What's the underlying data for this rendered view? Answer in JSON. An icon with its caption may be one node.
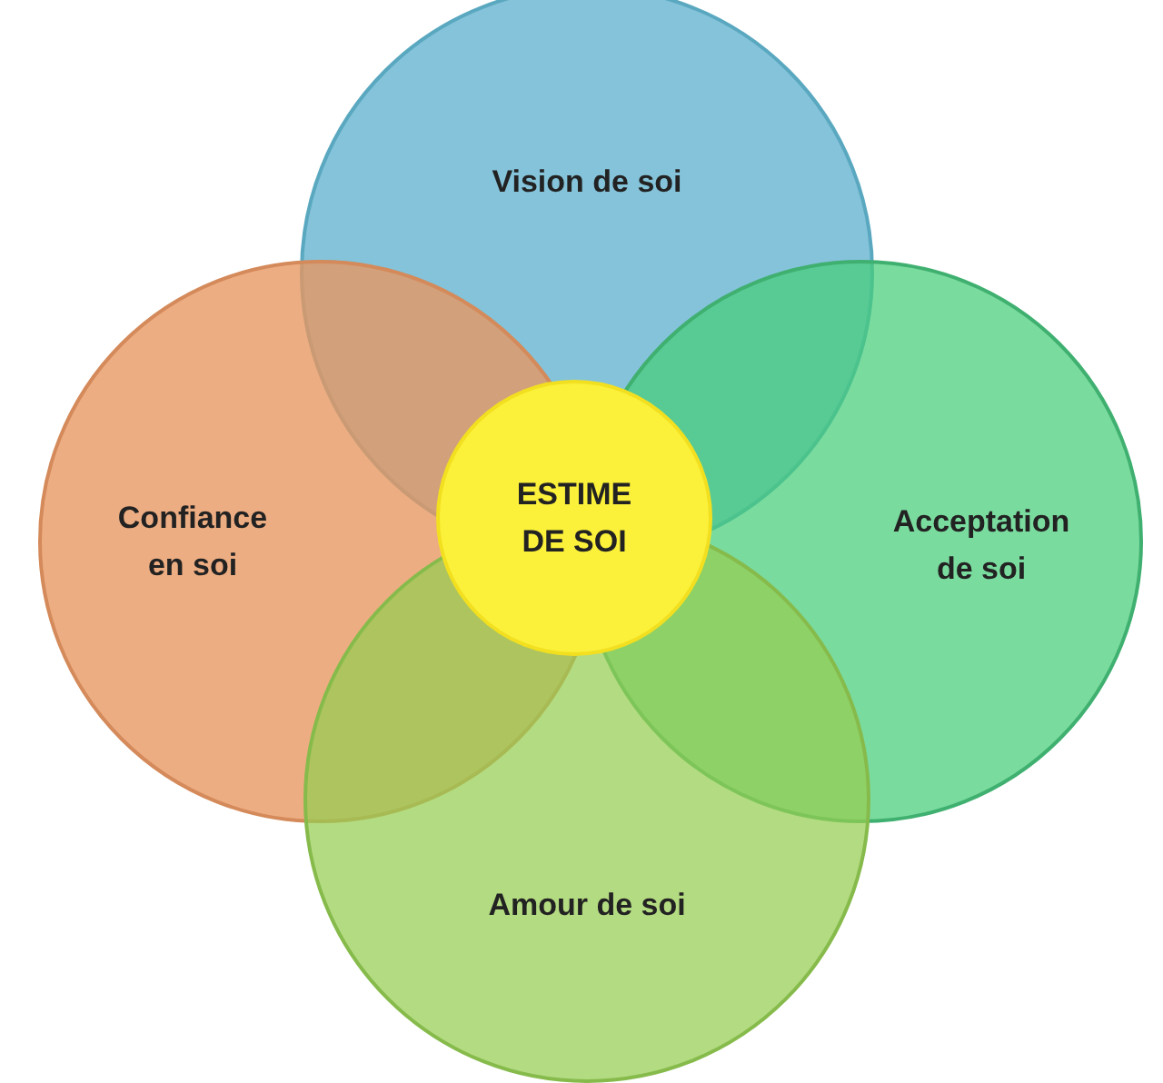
{
  "diagram": {
    "nodes": [
      {
        "text": [
          "Vision de soi"
        ]
      },
      {
        "text": [
          "Confiance en soi"
        ]
      },
      {
        "text": [
          "Acceptation de soi"
        ]
      },
      {
        "text": [
          "Amour de soi"
        ]
      },
      {
        "text": [
          "ESTIME DE SOI"
        ]
      }
    ]
  }
}
